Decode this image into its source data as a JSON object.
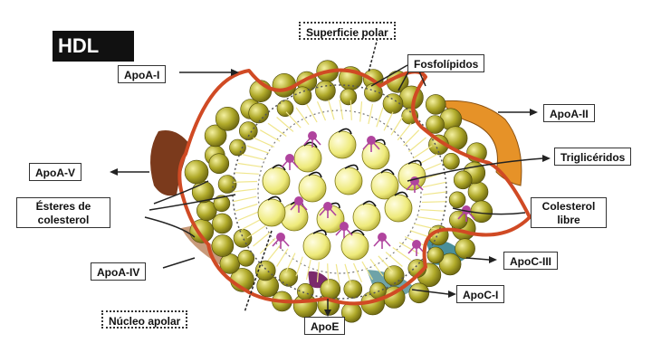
{
  "title": "HDL",
  "labels": {
    "superficie_polar": "Superficie polar",
    "fosfolipidos": "Fosfolípidos",
    "apoa1": "ApoA-I",
    "apoa2": "ApoA-II",
    "apoa5": "ApoA-V",
    "trigliceridos": "Triglicéridos",
    "esteres_line1": "Ésteres de",
    "esteres_line2": "colesterol",
    "colesterol_line1": "Colesterol",
    "colesterol_line2": "libre",
    "apoa4": "ApoA-IV",
    "apoc3": "ApoC-III",
    "apoc1": "ApoC-I",
    "apoe": "ApoE",
    "nucleo_apolar": "Núcleo apolar"
  },
  "colors": {
    "shell_ball": "#a9a21f",
    "core_ball": "#f0ec80",
    "membrane_line": "#d04a24",
    "triglyceride": "#b0449e",
    "fatty_chain": "#f0e68c",
    "apoa2": "#e69228",
    "apoa5": "#7b3a1c",
    "apoa4": "#c89a7a",
    "apoc": "#4a8f9a"
  }
}
